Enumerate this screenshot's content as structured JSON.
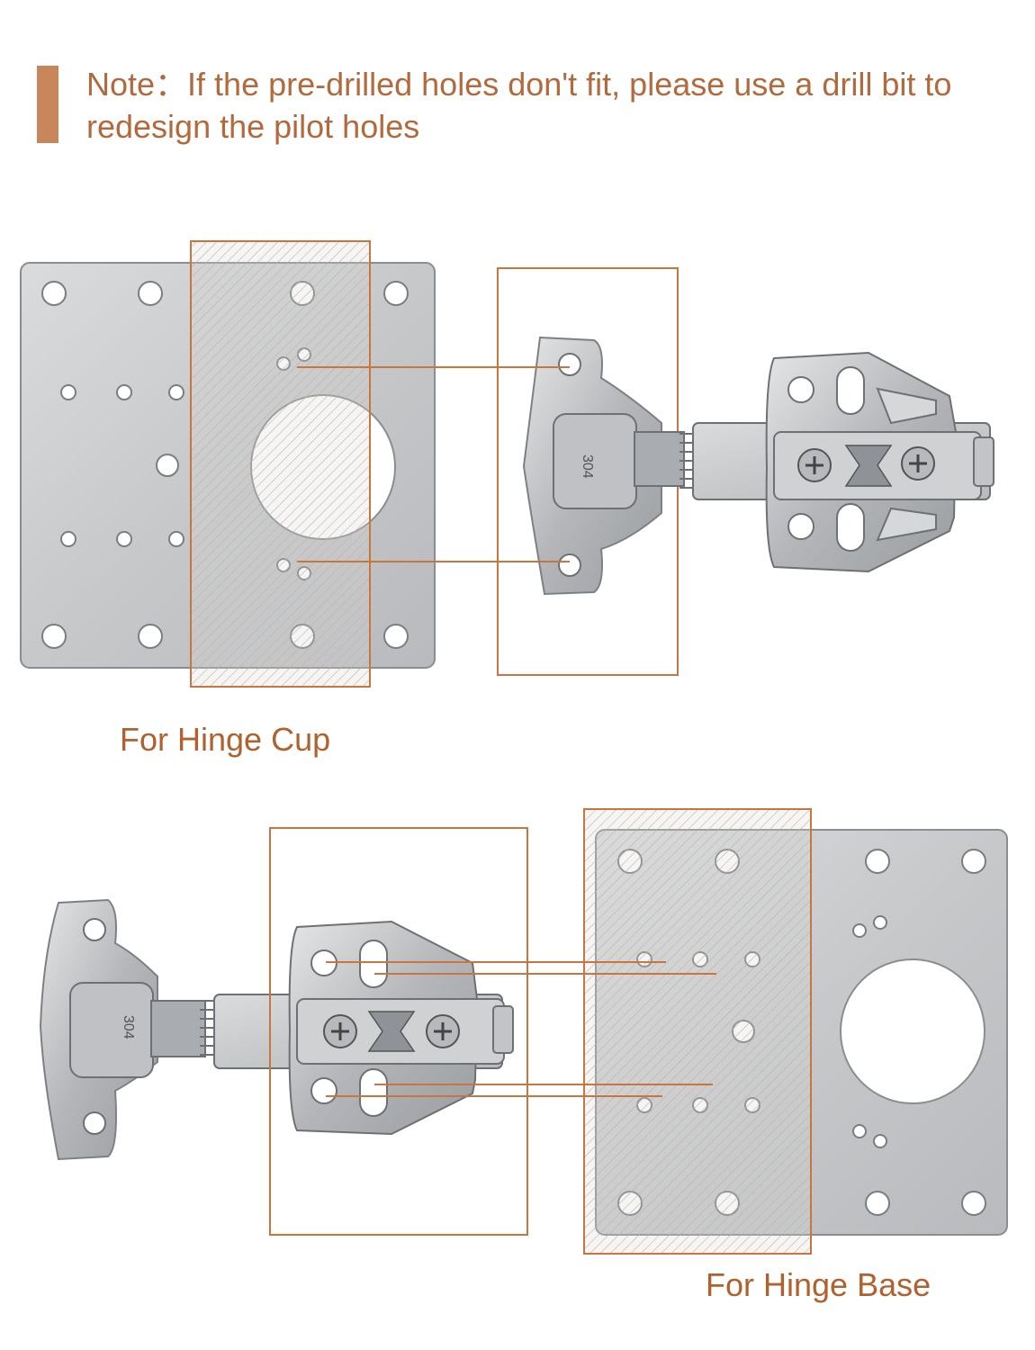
{
  "note": {
    "text": "Note：If the pre-drilled holes don't fit, please use a drill bit to redesign the pilot holes"
  },
  "captions": {
    "top": "For Hinge Cup",
    "bottom": "For Hinge Base"
  },
  "hinge_label": "304",
  "colors": {
    "accent": "#c8865a",
    "caption": "#b0612d",
    "frame": "#c9753f",
    "metal": "#c9cbcd",
    "metal_edge": "#7d8185"
  }
}
